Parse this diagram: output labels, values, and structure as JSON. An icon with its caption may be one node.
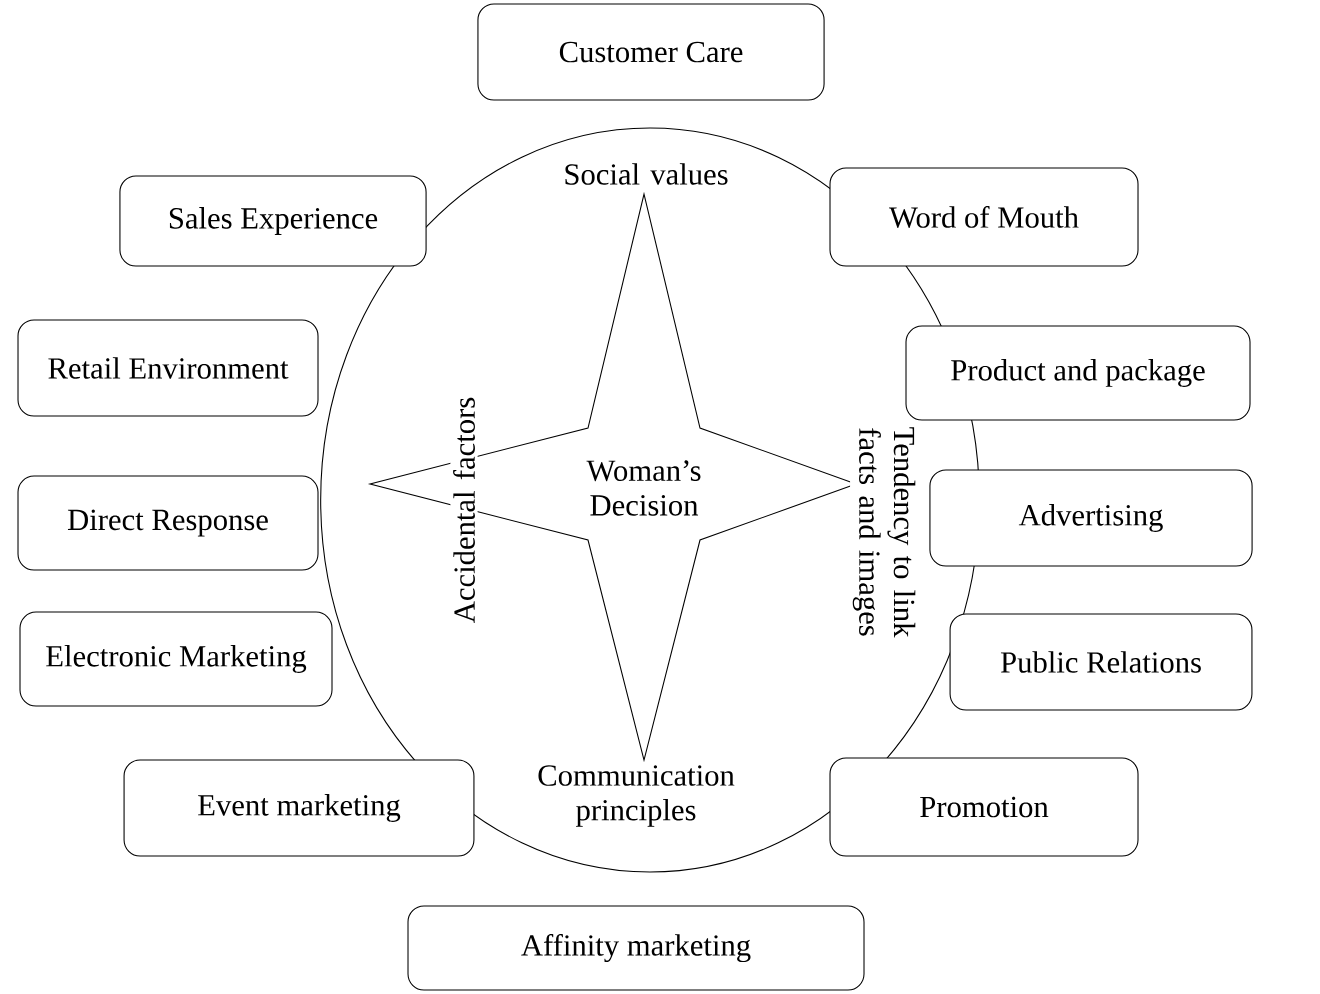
{
  "diagram": {
    "nodes": [
      {
        "text": [
          "Social values",
          "Accidental factors",
          "Tendency to link facts and images",
          "Communication principles"
        ]
      },
      {
        "text": [
          "Woman’s Decision"
        ],
        "in": 0
      },
      {
        "text": [
          "Customer Care"
        ]
      },
      {
        "text": [
          "Sales Experience"
        ]
      },
      {
        "text": [
          "Word of Mouth"
        ]
      },
      {
        "text": [
          "Retail Environment"
        ]
      },
      {
        "text": [
          "Product and package"
        ]
      },
      {
        "text": [
          "Direct Response"
        ]
      },
      {
        "text": [
          "Advertising"
        ]
      },
      {
        "text": [
          "Electronic Marketing"
        ]
      },
      {
        "text": [
          "Public Relations"
        ]
      },
      {
        "text": [
          "Event marketing"
        ]
      },
      {
        "text": [
          "Promotion"
        ]
      },
      {
        "text": [
          "Affinity marketing"
        ]
      }
    ]
  }
}
